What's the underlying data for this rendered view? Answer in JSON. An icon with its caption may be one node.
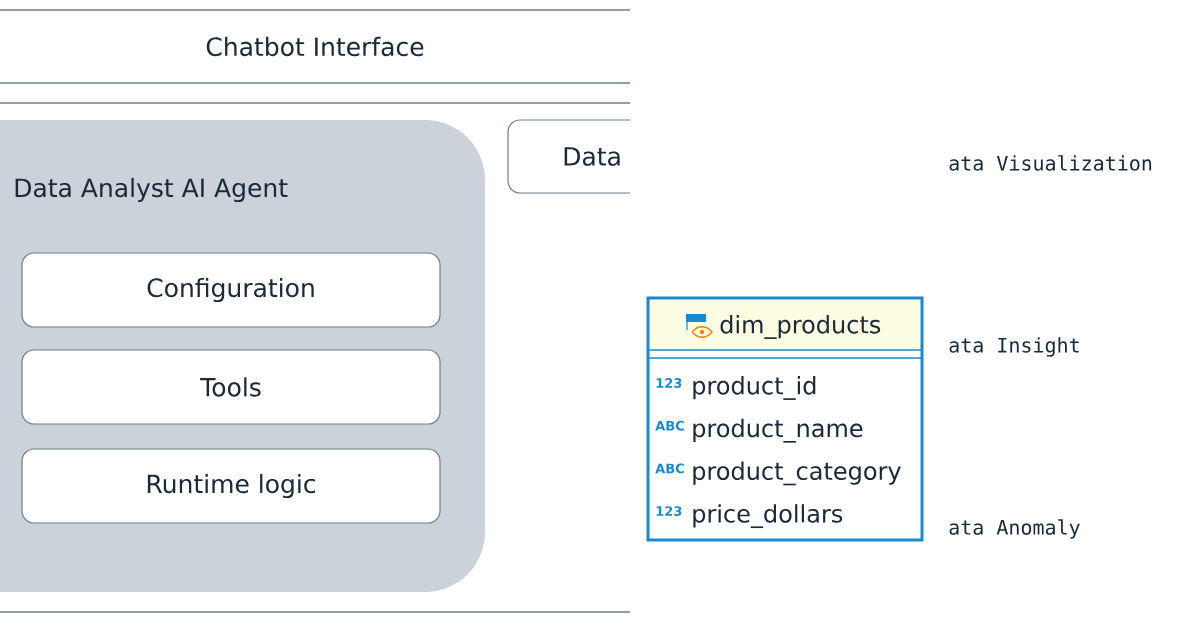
{
  "diagram": {
    "nodes": [
      {
        "text": [
          "Chatbot Interface"
        ]
      },
      {
        "text": [
          "Data Analyst AI Agent"
        ]
      },
      {
        "text": [
          "Configuration"
        ],
        "in": 1
      },
      {
        "text": [
          "Tools"
        ],
        "in": 1
      },
      {
        "text": [
          "Runtime logic"
        ],
        "in": 1
      },
      {
        "text": [
          "Data"
        ]
      },
      {
        "text": [
          "dim_products",
          "123",
          "product_id",
          "ABC",
          "product_name",
          "ABC",
          "product_category",
          "123",
          "price_dollars"
        ]
      }
    ],
    "labels": [
      "ata Visualization",
      "ata Insight",
      "ata Anomaly"
    ]
  }
}
